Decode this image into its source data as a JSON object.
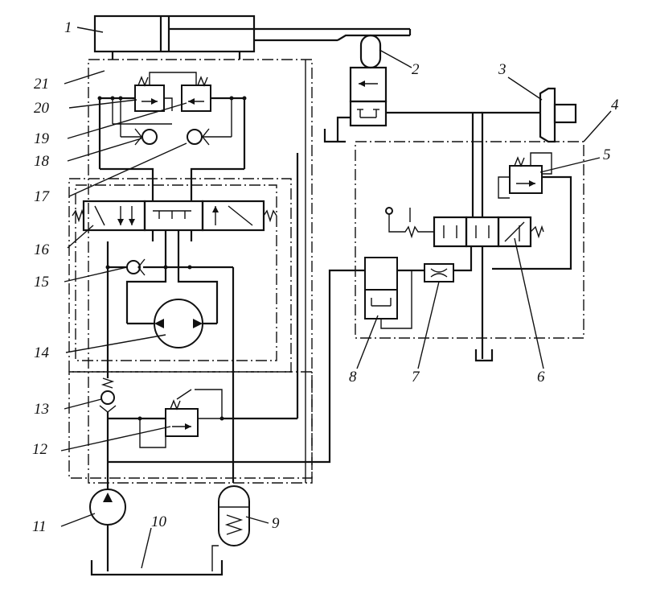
{
  "labels": {
    "n1": "1",
    "n2": "2",
    "n3": "3",
    "n4": "4",
    "n5": "5",
    "n6": "6",
    "n7": "7",
    "n8": "8",
    "n9": "9",
    "n10": "10",
    "n11": "11",
    "n12": "12",
    "n13": "13",
    "n14": "14",
    "n15": "15",
    "n16": "16",
    "n17": "17",
    "n18": "18",
    "n19": "19",
    "n20": "20",
    "n21": "21"
  }
}
